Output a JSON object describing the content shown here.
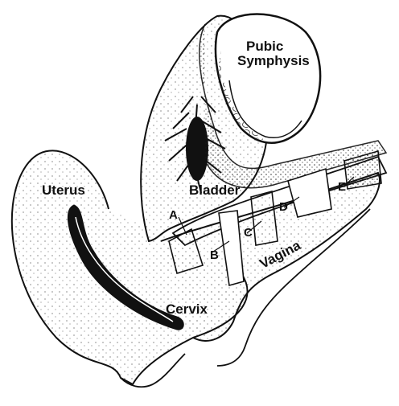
{
  "diagram": {
    "labels": {
      "pubic_symphysis_line1": "Pubic",
      "pubic_symphysis_line2": "Symphysis",
      "uterus": "Uterus",
      "bladder": "Bladder",
      "cervix": "Cervix",
      "vagina": "Vagina",
      "a": "A",
      "b": "B",
      "c": "C",
      "d": "D",
      "e": "E"
    },
    "colors": {
      "ink": "#111111",
      "paper": "#ffffff"
    }
  }
}
